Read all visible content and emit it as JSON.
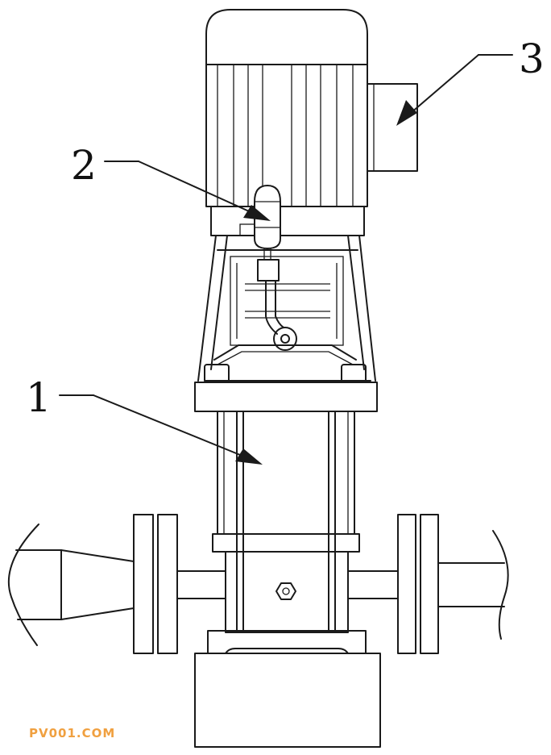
{
  "callouts": [
    {
      "id": "1",
      "label": "1"
    },
    {
      "id": "2",
      "label": "2"
    },
    {
      "id": "3",
      "label": "3"
    }
  ],
  "watermark": {
    "text": "PV001.COM",
    "color": "#f0a040"
  }
}
